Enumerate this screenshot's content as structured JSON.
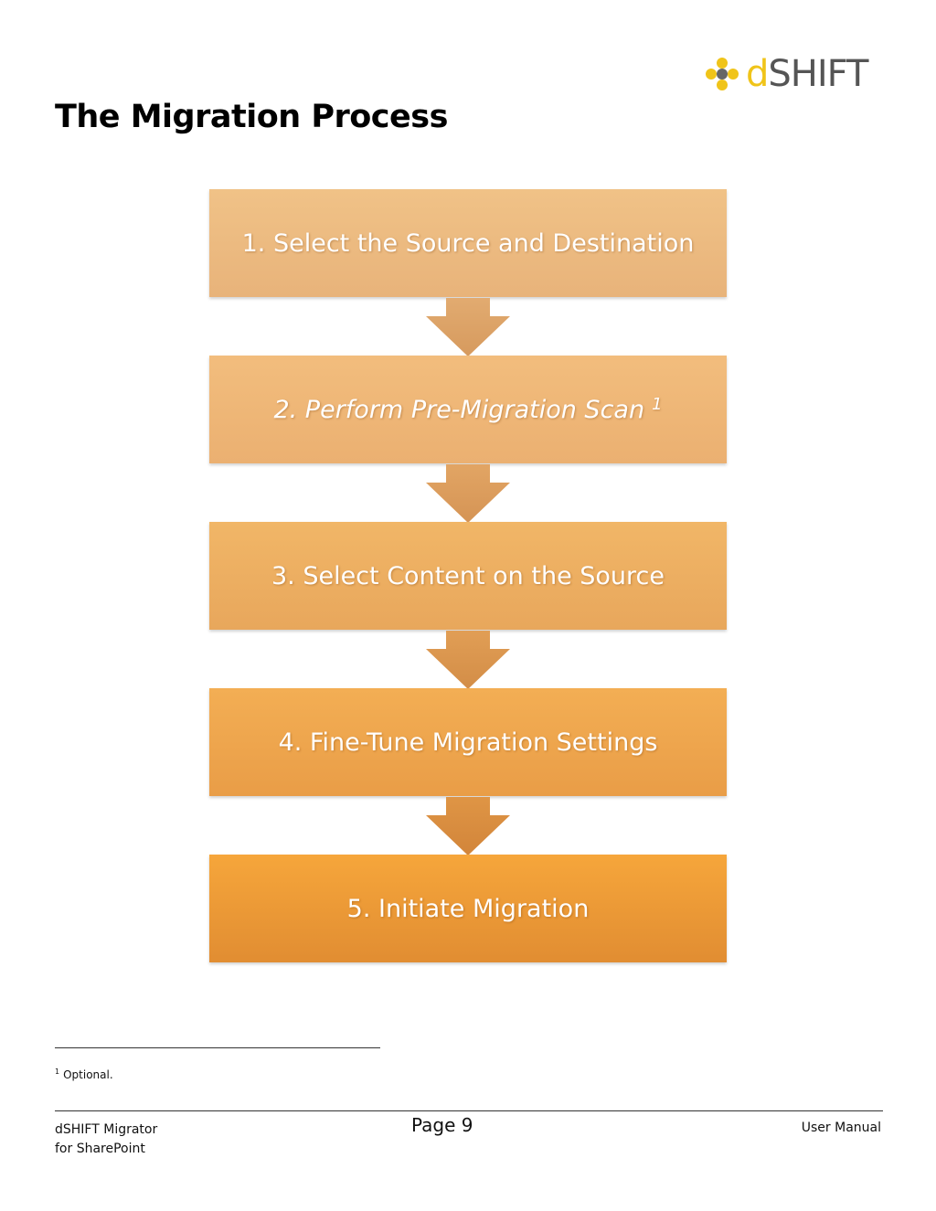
{
  "header": {
    "logo_text_accent": "d",
    "logo_text_main": "SHIFT",
    "title": "The Migration Process"
  },
  "flow": {
    "steps": [
      {
        "label": "1. Select the Source and Destination",
        "italic": false
      },
      {
        "label": "2. Perform Pre-Migration Scan",
        "italic": true,
        "footnote_ref": "1"
      },
      {
        "label": "3. Select Content on the Source",
        "italic": false
      },
      {
        "label": "4. Fine-Tune Migration Settings",
        "italic": false
      },
      {
        "label": "5. Initiate Migration",
        "italic": false
      }
    ]
  },
  "footnote": {
    "marker": "1",
    "text": "Optional."
  },
  "footer": {
    "left_line1": "dSHIFT Migrator",
    "left_line2": "for SharePoint",
    "center": "Page 9",
    "right": "User Manual"
  },
  "colors": {
    "logo_yellow": "#f0c419",
    "logo_gray": "#555555",
    "step_orange_light": "#f0c287",
    "step_orange_dark": "#e18d32"
  }
}
